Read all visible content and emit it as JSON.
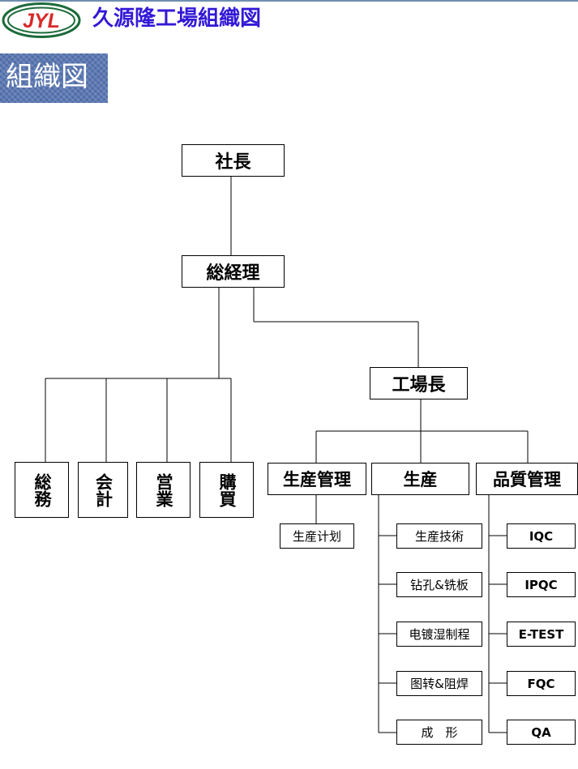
{
  "header": {
    "logo_text": "JYL",
    "title": "久源隆工場組織図",
    "section_label": "組織図",
    "accent_color": "#3319d6",
    "logo_color": "#d92a2a",
    "logo_border_color": "#1c6b3a"
  },
  "org": {
    "president": "社長",
    "general_manager": "総経理",
    "factory_manager": "工場長",
    "admin_departments": [
      "総務",
      "会計",
      "営業",
      "購買"
    ],
    "production_management": {
      "label": "生産管理",
      "children": [
        "生産计划"
      ]
    },
    "production": {
      "label": "生産",
      "children": [
        "生産技術",
        "钻孔&铣板",
        "电镀湿制程",
        "图转&阻焊",
        "成　形"
      ]
    },
    "quality_management": {
      "label": "品質管理",
      "children": [
        "IQC",
        "IPQC",
        "E-TEST",
        "FQC",
        "QA"
      ]
    }
  }
}
